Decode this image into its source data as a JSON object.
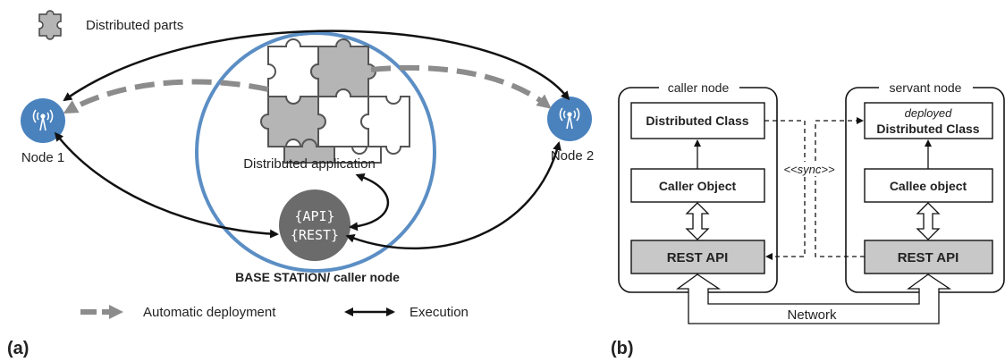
{
  "panel_a": {
    "caption": "(a)",
    "legend_parts_label": "Distributed parts",
    "node1_label": "Node 1",
    "node2_label": "Node 2",
    "app_label": "Distributed application",
    "api_line1": "{API}",
    "api_line2": "{REST}",
    "base_station_label": "BASE STATION/ caller node",
    "legend_deploy_label": "Automatic deployment",
    "legend_exec_label": "Execution",
    "colors": {
      "node_blue": "#4a82bd",
      "circle_blue": "#5b8ec4",
      "api_gray": "#6b6b6b",
      "puzzle_gray": "#b5b5b5",
      "deploy_arrow": "#8c8c8c"
    }
  },
  "panel_b": {
    "caption": "(b)",
    "caller_node_title": "caller node",
    "servant_node_title": "servant node",
    "caller_dist_class": "Distributed Class",
    "servant_dist_class_line1": "deployed",
    "servant_dist_class_line2": "Distributed Class",
    "caller_object": "Caller Object",
    "callee_object": "Callee object",
    "caller_rest": "REST API",
    "servant_rest": "REST API",
    "sync_label": "<<sync>>",
    "network_label": "Network",
    "colors": {
      "rest_fill": "#c8c8c8"
    }
  }
}
